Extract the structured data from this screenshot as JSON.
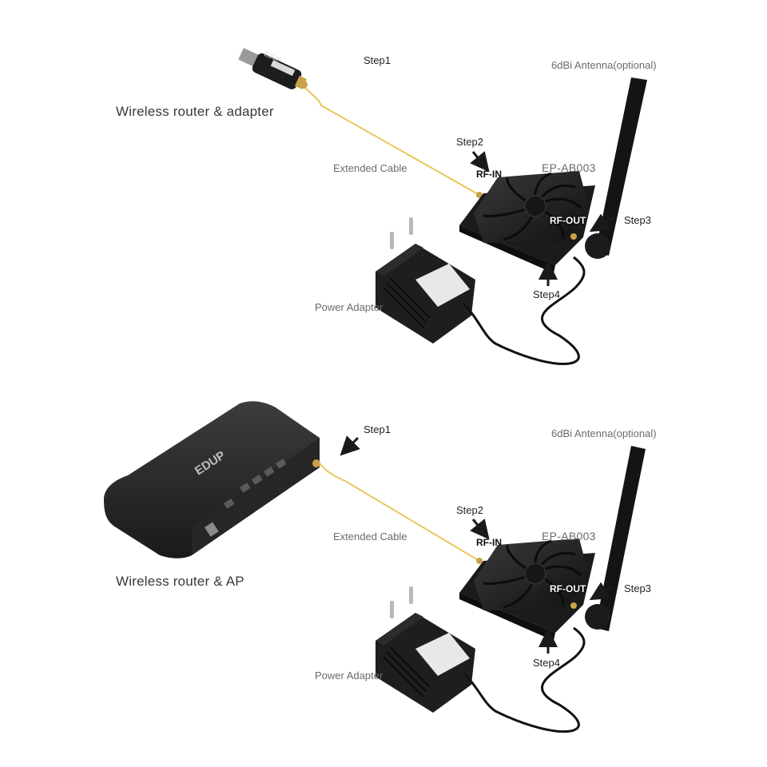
{
  "panels": [
    {
      "source_label": "Wireless router & adapter",
      "step1": "Step1",
      "step2": "Step2",
      "step3": "Step3",
      "step4": "Step4",
      "antenna_label": "6dBi Antenna(optional)",
      "cable_label": "Extended Cable",
      "model_label": "EP-AB003",
      "rf_in": "RF-IN",
      "rf_out": "RF-OUT",
      "power_label": "Power Adapter",
      "usb_brand": "EDUP"
    },
    {
      "source_label": "Wireless router & AP",
      "step1": "Step1",
      "step2": "Step2",
      "step3": "Step3",
      "step4": "Step4",
      "antenna_label": "6dBi Antenna(optional)",
      "cable_label": "Extended Cable",
      "model_label": "EP-AB003",
      "rf_in": "RF-IN",
      "rf_out": "RF-OUT",
      "power_label": "Power Adapter",
      "router_brand": "EDUP"
    }
  ],
  "colors": {
    "cable": "#e8c75a",
    "device": "#232323",
    "connector": "#c9a24a",
    "arrow": "#1a1a1a",
    "label": "#6b6b6b"
  },
  "icons": [
    "usb-adapter-icon",
    "router-icon",
    "amplifier-icon",
    "antenna-icon",
    "power-adapter-icon",
    "arrow-icon"
  ]
}
